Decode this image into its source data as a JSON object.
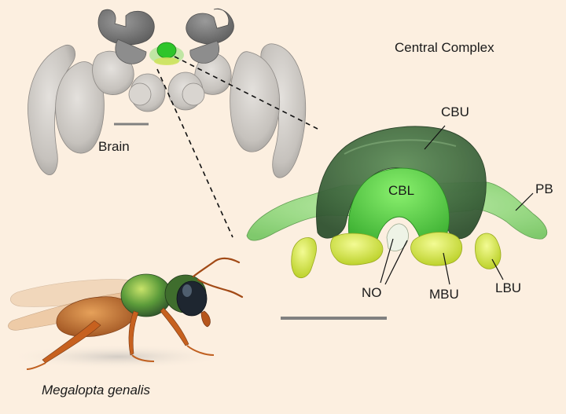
{
  "figure": {
    "title": "Central Complex",
    "brain_label": "Brain",
    "species_label": "Megalopta genalis",
    "parts": {
      "cbu": "CBU",
      "cbl": "CBL",
      "pb": "PB",
      "no": "NO",
      "mbu": "MBU",
      "lbu": "LBU"
    }
  },
  "colors": {
    "background": "#fcefe0",
    "brain_gray": "#c9c5c0",
    "brain_dark": "#7c7c7c",
    "cbu_green": "#3f6b3f",
    "cbl_green": "#5fd34a",
    "pb_green": "#9ee08a",
    "bulb_yellow": "#d9ec4a",
    "scale_bar": "#808080",
    "leader_line": "#111111"
  }
}
